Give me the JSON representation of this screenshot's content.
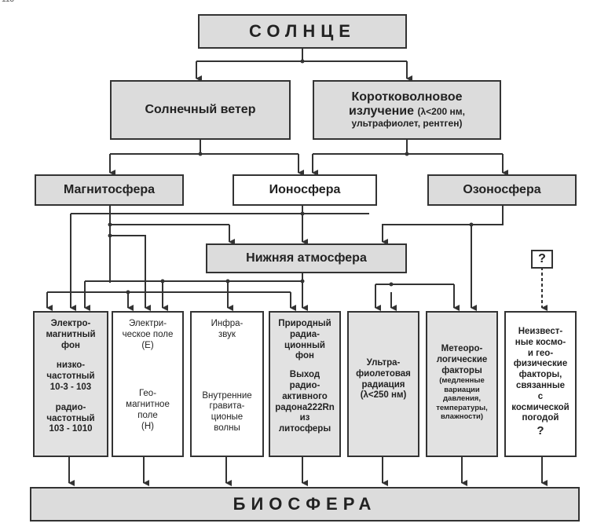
{
  "page_number": "113",
  "sun": "СОЛНЦЕ",
  "solar_wind": "Солнечный ветер",
  "shortwave": {
    "line1": "Коротковолновое",
    "line2": "излучение",
    "line3": "(λ<200 нм,",
    "line4": "ультрафиолет, рентген)"
  },
  "magnetosphere": "Магнитосфера",
  "ionosphere": "Ионосфера",
  "ozonosphere": "Озоносфера",
  "lower_atmosphere": "Нижняя атмосфера",
  "question_mark": "?",
  "biosphere": "БИОСФЕРА",
  "columns": {
    "em": {
      "l1": "Электро-",
      "l2": "магнитный",
      "l3": "фон",
      "l4": "низко-",
      "l5": "частотный",
      "l6": "10-3 - 103",
      "l7": "радио-",
      "l8": "частотный",
      "l9": "103 - 1010"
    },
    "electric": {
      "l1": "Электри-",
      "l2": "ческое поле",
      "l3": "(E)",
      "l4": "Гео-",
      "l5": "магнитное",
      "l6": "поле",
      "l7": "(H)"
    },
    "infra": {
      "l1": "Инфра-",
      "l2": "звук",
      "l3": "Внутренние",
      "l4": "гравита-",
      "l5": "ционые",
      "l6": "волны"
    },
    "radiation": {
      "l1": "Природный",
      "l2": "радиа-",
      "l3": "ционный",
      "l4": "фон",
      "l5": "Выход",
      "l6": "радио-",
      "l7": "активного",
      "l8": "радона222Rn",
      "l9": "из",
      "l10": "литосферы"
    },
    "uv": {
      "l1": "Ультра-",
      "l2": "фиолетовая",
      "l3": "радиация",
      "l4": "(λ<250 нм)"
    },
    "meteo": {
      "l1": "Метеоро-",
      "l2": "логические",
      "l3": "факторы",
      "l4": "(медленные",
      "l5": "вариации",
      "l6": "давления,",
      "l7": "температуры,",
      "l8": "влажности)"
    },
    "unknown": {
      "l1": "Неизвест-",
      "l2": "ные космо-",
      "l3": "и гео-",
      "l4": "физические",
      "l5": "факторы,",
      "l6": "связанные",
      "l7": "с",
      "l8": "космической",
      "l9": "погодой",
      "l10": "?"
    }
  }
}
